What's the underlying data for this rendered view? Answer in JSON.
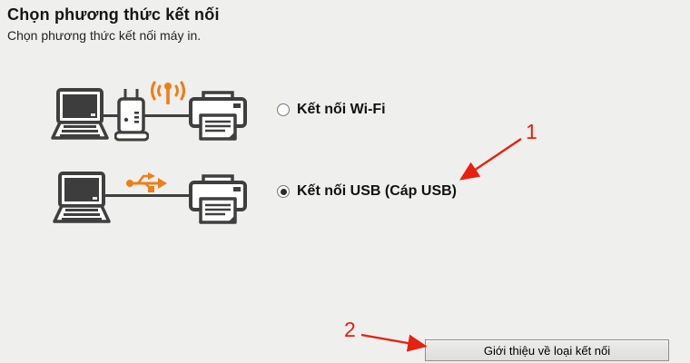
{
  "header": {
    "title": "Chọn phương thức kết nối",
    "subtitle": "Chọn phương thức kết nối máy in."
  },
  "options": [
    {
      "id": "wifi",
      "label": "Kết nối Wi-Fi",
      "selected": false
    },
    {
      "id": "usb",
      "label": "Kết nối USB (Cáp USB)",
      "selected": true
    }
  ],
  "button": {
    "label": "Giới thiệu về loại kết nối"
  },
  "annotations": [
    {
      "label": "1",
      "points_to": "usb-radio-option"
    },
    {
      "label": "2",
      "points_to": "intro-button"
    }
  ],
  "icons": {
    "laptop": "laptop-icon",
    "router": "wifi-router-icon",
    "wifi_signal": "wifi-signal-icon",
    "usb_symbol": "usb-symbol-icon",
    "printer": "printer-icon"
  },
  "colors": {
    "background": "#efefed",
    "accent_orange": "#ee7f18",
    "icon_stroke": "#3f3f3f",
    "annotation_red": "#e8200f"
  }
}
